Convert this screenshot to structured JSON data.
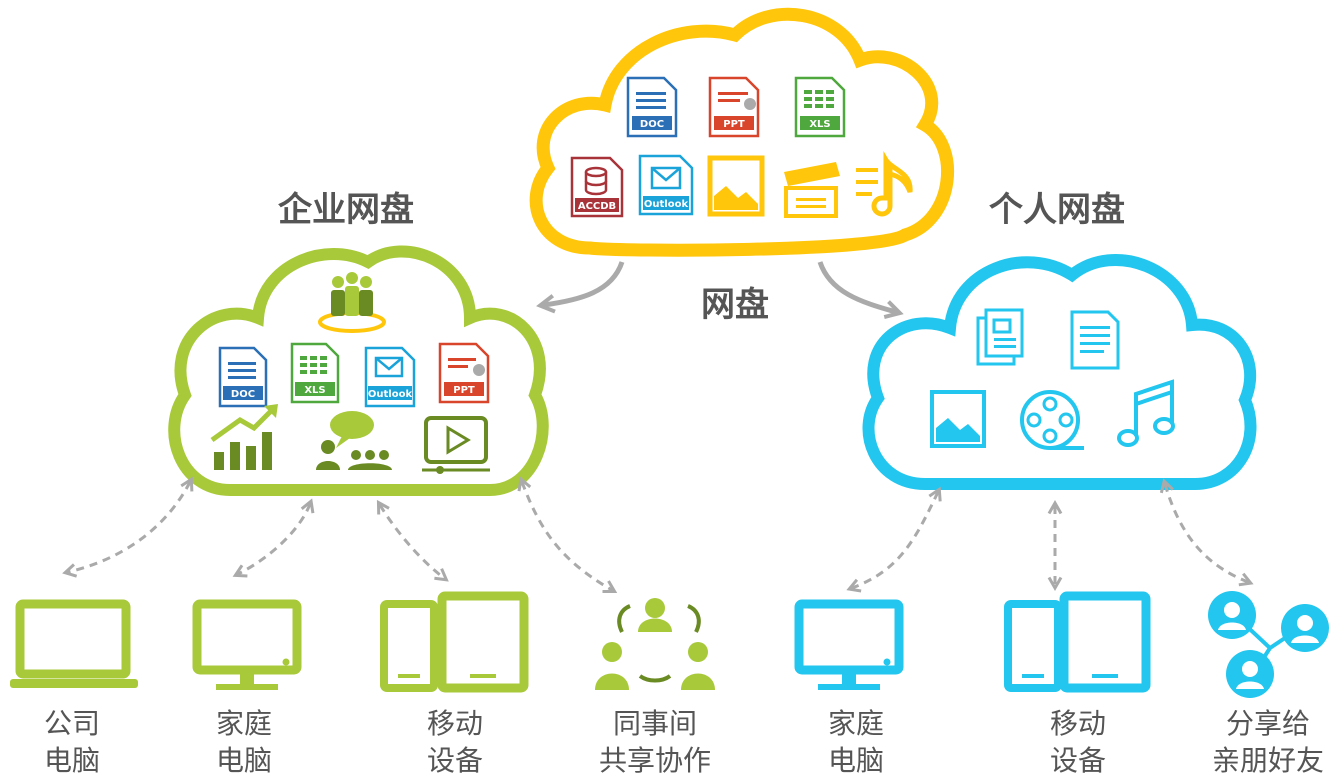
{
  "diagram": {
    "center_label": "网盘",
    "enterprise": {
      "title": "企业网盘",
      "file_tags": [
        "DOC",
        "XLS",
        "Outlook",
        "PPT"
      ]
    },
    "personal": {
      "title": "个人网盘"
    },
    "top_cloud": {
      "file_tags_row1": [
        "DOC",
        "PPT",
        "XLS"
      ],
      "file_tags_row2": [
        "ACCDB",
        "Outlook"
      ]
    },
    "devices": [
      {
        "line1": "公司",
        "line2": "电脑"
      },
      {
        "line1": "家庭",
        "line2": "电脑"
      },
      {
        "line1": "移动",
        "line2": "设备"
      },
      {
        "line1": "同事间",
        "line2": "共享协作"
      },
      {
        "line1": "家庭",
        "line2": "电脑"
      },
      {
        "line1": "移动",
        "line2": "设备"
      },
      {
        "line1": "分享给",
        "line2": "亲朋好友"
      }
    ],
    "colors": {
      "green": "#a8c93a",
      "dark_green": "#6a8a23",
      "blue": "#22c6ee",
      "yellow": "#ffc60b",
      "doc_blue": "#2b6fb6",
      "ppt_red": "#d8452b",
      "xls_green": "#4fa83d",
      "accdb_red": "#a8343a",
      "outlook_blue": "#1aa3d9",
      "arrow_gray": "#aaaaaa",
      "text_gray": "#555555"
    }
  }
}
